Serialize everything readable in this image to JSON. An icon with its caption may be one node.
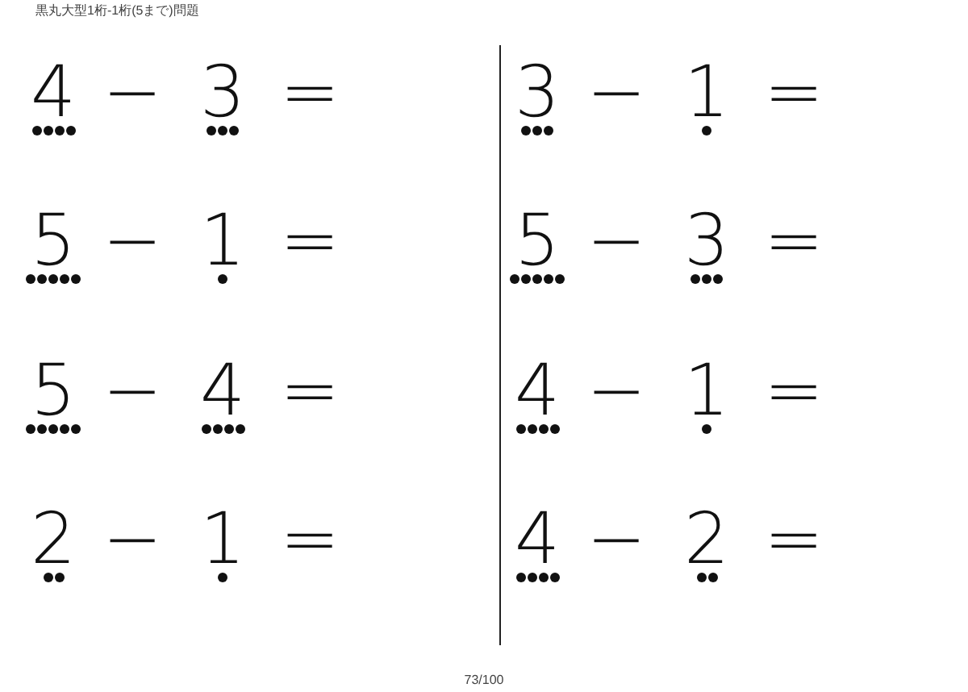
{
  "diagram": {
    "title": "黒丸大型1桁-1桁(5まで)問題",
    "labels": [
      "4",
      "−",
      "3",
      "=",
      "3",
      "−",
      "1",
      "=",
      "5",
      "−",
      "1",
      "=",
      "5",
      "−",
      "3",
      "=",
      "5",
      "−",
      "4",
      "=",
      "4",
      "−",
      "1",
      "=",
      "2",
      "−",
      "1",
      "=",
      "4",
      "−",
      "2",
      "=",
      "73/100"
    ]
  }
}
